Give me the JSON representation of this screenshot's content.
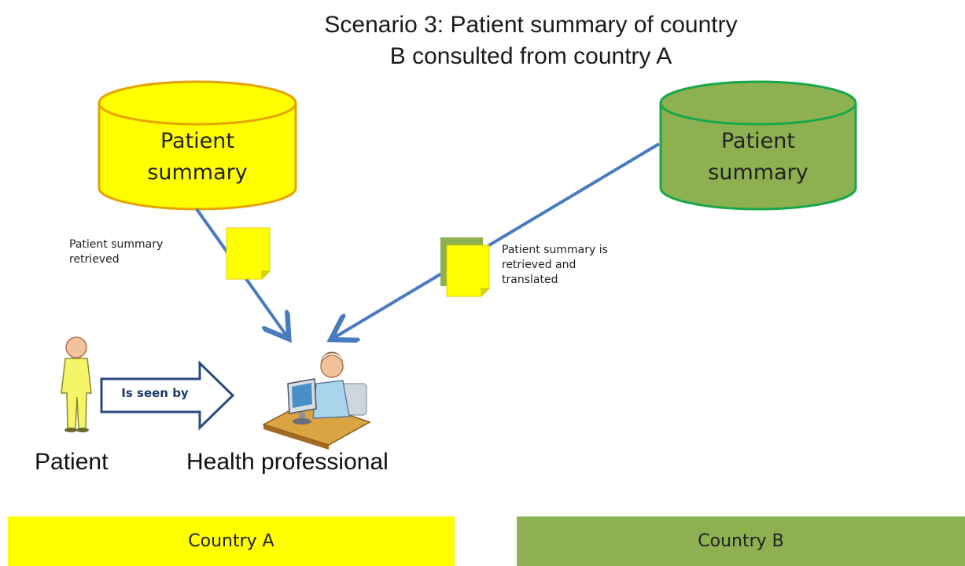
{
  "title": {
    "line1": "Scenario 3: Patient summary of country",
    "line2": "B consulted from country A"
  },
  "database_a": {
    "line1": "Patient",
    "line2": "summary",
    "color": "#ffff00"
  },
  "database_b": {
    "line1": "Patient",
    "line2": "summary",
    "color": "#8db050"
  },
  "annotation_a": {
    "line1": "Patient summary",
    "line2": "retrieved"
  },
  "annotation_b": {
    "line1": "Patient summary is",
    "line2": "retrieved and",
    "line3": "translated"
  },
  "arrow_label": "Is seen by",
  "actors": {
    "patient": "Patient",
    "health_professional": "Health professional"
  },
  "countries": {
    "a": {
      "label": "Country A",
      "color": "#ffff00"
    },
    "b": {
      "label": "Country B",
      "color": "#8db050"
    }
  },
  "icons": [
    "patient-figure-icon",
    "health-professional-icon",
    "document-icon",
    "database-icon"
  ]
}
